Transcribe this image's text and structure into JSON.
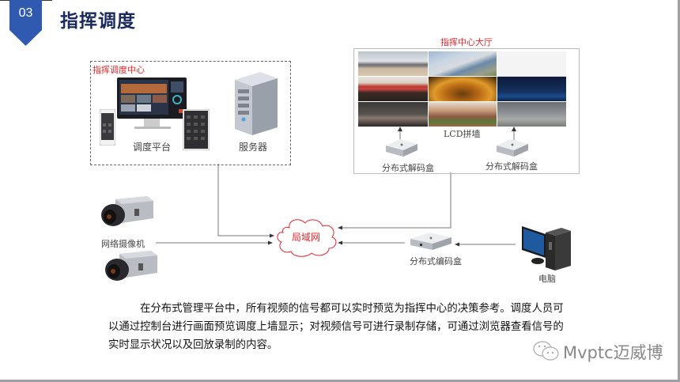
{
  "header": {
    "section_number": "03",
    "title": "指挥调度"
  },
  "diagram": {
    "command_center": {
      "label": "指挥调度中心",
      "platform_label": "调度平台",
      "server_label": "服务器"
    },
    "command_hall": {
      "label": "指挥中心大厅",
      "video_wall_label": "LCD拼墙",
      "decoder_left_label": "分布式解码盒",
      "decoder_right_label": "分布式解码盒"
    },
    "network_label": "局域网",
    "camera_label": "网络摄像机",
    "encoder_label": "分布式编码盒",
    "computer_label": "电脑"
  },
  "description": "在分布式管理平台中，所有视频的信号都可以实时预览为指挥中心的决策参考。调度人员可以通过控制台进行画面预览调度上墙显示；对视频信号可进行录制存储，可通过浏览器查看信号的实时显示状况以及回放录制的内容。",
  "watermark": {
    "icon": "wechat-icon",
    "text": "Mvptc迈威博"
  },
  "colors": {
    "badge": "#2f5ab0",
    "title": "#1a2a5e",
    "accent_red": "#e8262b"
  }
}
